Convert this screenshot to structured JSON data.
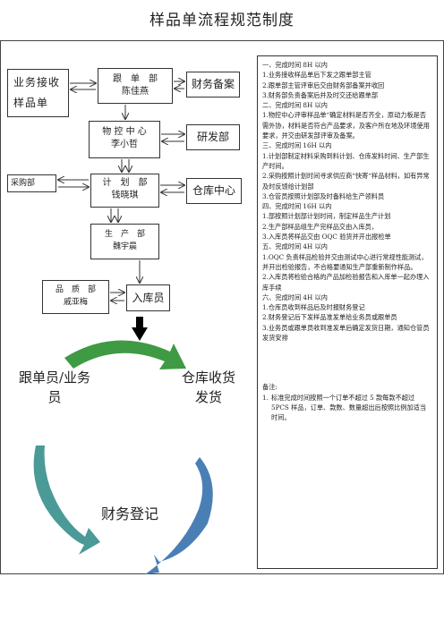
{
  "title": "样品单流程规范制度",
  "boxes": {
    "business": "业务接收样品单",
    "follow_dept": "跟　单　部",
    "follow_name": "陈佳燕",
    "finance": "财务备案",
    "pmc_dept": "物 控 中 心",
    "pmc_name": "李小哲",
    "rd": "研发部",
    "purchase": "采购部",
    "plan_dept": "计　划　部",
    "plan_name": "钱晓琪",
    "warehouse": "仓库中心",
    "prod_dept": "生　产　部",
    "prod_name": "魏宇晨",
    "qc_dept": "品　质　部",
    "qc_name": "戚亚梅",
    "storage": "入库员"
  },
  "cycle": {
    "left": "跟单员/业务员",
    "right": "仓库收货发货",
    "bottom": "财务登记"
  },
  "procedure": [
    "一、完成时间 8H 以内",
    "1.业务接收样品单后下发之跟单部主管",
    "2.跟单部主管评审后交由财务部备案并收回",
    "3.财务部负责备案后并及时交还给跟单部",
    "二、完成时间 8H 以内",
    "1.物控中心评审样品单“确定材料是否齐全，原动力板是否需外协，材料是否符合产品要求，及客户所在地及环境使用要求，并交由研发部评审及备案。",
    "三、完成时间 16H 以内",
    "1.计划部制定材料采购到料计划、仓库发料时间、生产部生产时间。",
    "2.采购按照计划时间寻求供应商“快寄“样品材料，如有异常及时反馈给计划部",
    "3.仓管员按照计划部及时备料给生产领料员",
    "四、完成时间 16H 以内",
    "1.部按照计划部计划时间，制定样品生产计划",
    "2.生产部样品组生产完样品交由入库员，",
    "3.入库员将样品交由 OQC 验货并开出报检单",
    "五、完成时间 4H 以内",
    "1.OQC 负责样品检验并交由测试中心进行常规性能测试，并开出检验报告，不合格要通知生产部重新制作样品。",
    "2.入库员将检验合格的产品加检验报告和入库单一起办理入库手续",
    "六、完成时间 4H 以内",
    "1.仓库员收到样品后及时报财务登记",
    "2.财务登记后下发样品准发单给业务员或跟单员",
    "3.业务员或跟单员收到准发单后确定发货日期，通知仓管员发货安排"
  ],
  "notes": {
    "heading": "备注:",
    "items": [
      {
        "num": "1.",
        "text": "标准完成时间按照一个订单不超过 5 款每款不超过 5PCS 样品，订单、款数、数量超出后按照比例加适当时间。"
      }
    ]
  }
}
